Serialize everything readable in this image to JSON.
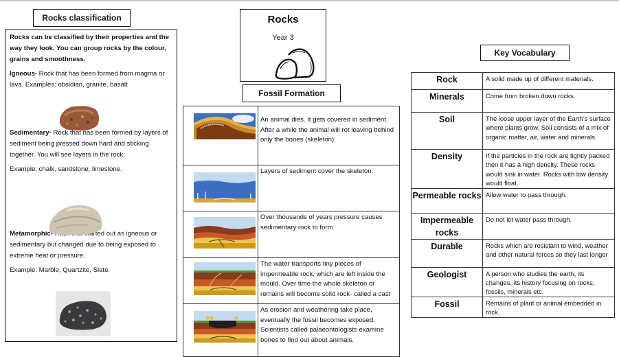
{
  "classification": {
    "title": "Rocks classification",
    "intro": "Rocks can be classified by their properties and the way they look. You can group rocks by the colour, grains and smoothness.",
    "types": [
      {
        "name": "Igneous-",
        "description": " Rock that has been formed from magma or lava. Examples: obsidian, granite, basalt",
        "example": ""
      },
      {
        "name": "Sedimentary-",
        "description": " Rock that has been formed by layers of sediment being pressed down hard and sticking together.  You will see layers in the rock.",
        "example": "Example: chalk, sandstone, limestone."
      },
      {
        "name": "Metamorphic-",
        "description": " Rock that started out as igneous or sedimentary but changed due to being exposed to extreme heat or pressure.",
        "example": "Example: Marble, Quartzite, Slate."
      }
    ]
  },
  "header": {
    "title": "Rocks",
    "subtitle": "Year 3",
    "icon": "rocks-icon"
  },
  "fossil": {
    "title": "Fossil Formation",
    "steps": [
      {
        "image": "animal-dies-scene",
        "text": "An animal dies.  It gets covered in sediment. After a while the animal will rot leaving behind only the bones (skeleton)."
      },
      {
        "image": "sediment-layers-scene",
        "text": "Layers of sediment cover the skeleton."
      },
      {
        "image": "sedimentary-rock-scene",
        "text": "Over thousands of years pressure causes sedimentary rock to form."
      },
      {
        "image": "cast-formation-scene",
        "text": "The water transports tiny pieces of impermeable rock, which are left inside the mould. Over time the whole skeleton or remains will become solid rock- called a cast"
      },
      {
        "image": "excavation-scene",
        "text": "As erosion and weathering take place, eventually the fossil becomes exposed. Scientists called palaeontologists examine bones to find out about animals."
      }
    ]
  },
  "vocab": {
    "title": "Key Vocabulary",
    "items": [
      {
        "term": "Rock",
        "definition": " A  solid made up of different materials."
      },
      {
        "term": "Minerals",
        "definition": "Come from broken down rocks."
      },
      {
        "term": "Soil",
        "definition": "The loose upper layer of the Earth’s surface where plants grow. Soil consists of a mix of organic matter, air, water and minerals."
      },
      {
        "term": "Density",
        "definition": "If the particles in the rock are tightly packed then it has a high density. These rocks would sink in water. Rocks with low density would float."
      },
      {
        "term": "Permeable rocks",
        "definition": "Allow water to pass through."
      },
      {
        "term": "Impermeable rocks",
        "definition": "Do not let water pass through."
      },
      {
        "term": "Durable",
        "definition": "Rocks which are resistant to wind, weather and other natural forces so they last longer"
      },
      {
        "term": "Geologist",
        "definition": "A person who studies the earth, its changes, its history focusing on rocks, fossils, minerals etc."
      },
      {
        "term": "Fossil",
        "definition": "Remains of plant or animal embedded in rock."
      }
    ]
  }
}
